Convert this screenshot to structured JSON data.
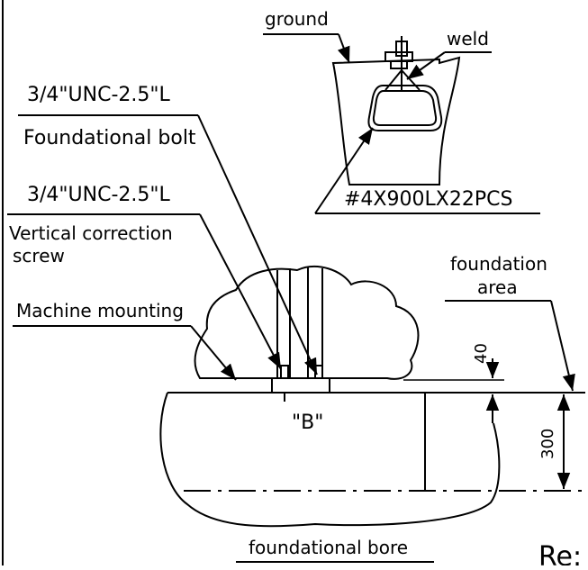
{
  "labels": {
    "ground": "ground",
    "weld": "weld",
    "bolt_spec": "3/4\"UNC-2.5\"L",
    "bolt_name": "Foundational bolt",
    "screw_spec": "3/4\"UNC-2.5\"L",
    "screw_name_1": "Vertical correction",
    "screw_name_2": "screw",
    "machine_mounting": "Machine mounting",
    "rebar": "#4X900LX22PCS",
    "foundation_area_1": "foundation",
    "foundation_area_2": "area",
    "detail_b": "\"B\"",
    "bore": "foundational bore",
    "corner_text": "Re:"
  },
  "dimensions": {
    "gap": "40",
    "depth": "300"
  }
}
